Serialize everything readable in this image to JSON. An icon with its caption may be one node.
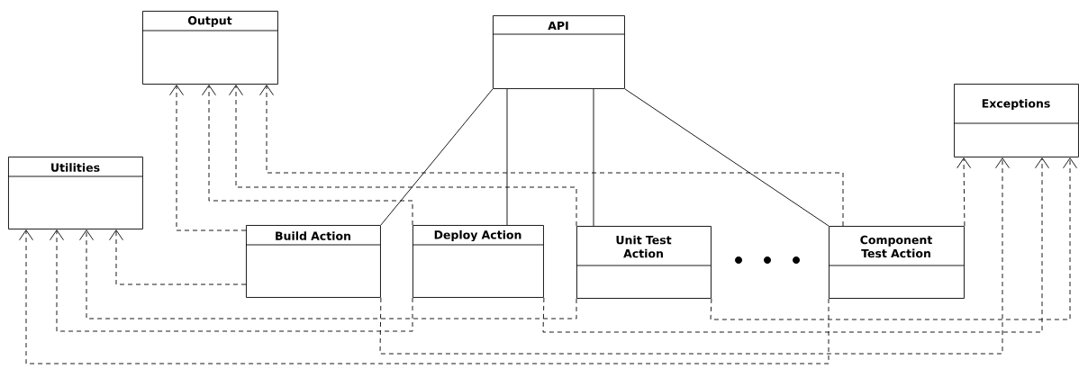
{
  "diagram": {
    "nodes": [
      {
        "text": [
          "Output"
        ]
      },
      {
        "text": [
          "API"
        ]
      },
      {
        "text": [
          "Utilities"
        ]
      },
      {
        "text": [
          "Exceptions"
        ]
      },
      {
        "text": [
          "Build Action"
        ]
      },
      {
        "text": [
          "Deploy Action"
        ]
      },
      {
        "text": [
          "Unit Test Action"
        ]
      },
      {
        "text": [
          "Component Test Action"
        ]
      }
    ],
    "edges": [
      {
        "from": 1,
        "to": 4,
        "arrow": "none"
      },
      {
        "from": 1,
        "to": 5,
        "arrow": "none"
      },
      {
        "from": 1,
        "to": 6,
        "arrow": "none"
      },
      {
        "from": 1,
        "to": 7,
        "arrow": "none"
      },
      {
        "from": 4,
        "to": 0,
        "arrow": "to",
        "style": "dashed"
      },
      {
        "from": 5,
        "to": 0,
        "arrow": "to",
        "style": "dashed"
      },
      {
        "from": 6,
        "to": 0,
        "arrow": "to",
        "style": "dashed"
      },
      {
        "from": 7,
        "to": 0,
        "arrow": "to",
        "style": "dashed"
      },
      {
        "from": 4,
        "to": 2,
        "arrow": "to",
        "style": "dashed"
      },
      {
        "from": 5,
        "to": 2,
        "arrow": "to",
        "style": "dashed"
      },
      {
        "from": 6,
        "to": 2,
        "arrow": "to",
        "style": "dashed"
      },
      {
        "from": 7,
        "to": 2,
        "arrow": "to",
        "style": "dashed"
      },
      {
        "from": 4,
        "to": 3,
        "arrow": "to",
        "style": "dashed"
      },
      {
        "from": 5,
        "to": 3,
        "arrow": "to",
        "style": "dashed"
      },
      {
        "from": 6,
        "to": 3,
        "arrow": "to",
        "style": "dashed"
      },
      {
        "from": 7,
        "to": 3,
        "arrow": "to",
        "style": "dashed"
      }
    ]
  }
}
